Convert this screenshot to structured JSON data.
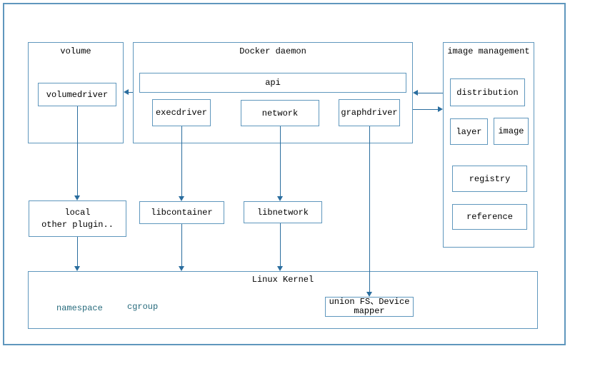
{
  "colors": {
    "box_border": "#5f97bd",
    "arrow": "#2a6d9e",
    "kernel_feature_text": "#266a7c",
    "label_text": "#000000",
    "background": "#ffffff"
  },
  "nodes": {
    "volume": {
      "label": "volume"
    },
    "volumedriver": {
      "label": "volumedriver"
    },
    "docker_daemon": {
      "label": "Docker daemon"
    },
    "api": {
      "label": "api"
    },
    "execdriver": {
      "label": "execdriver"
    },
    "network": {
      "label": "network"
    },
    "graphdriver": {
      "label": "graphdriver"
    },
    "image_management": {
      "label": "image management"
    },
    "distribution": {
      "label": "distribution"
    },
    "layer": {
      "label": "layer"
    },
    "image": {
      "label": "image"
    },
    "registry": {
      "label": "registry"
    },
    "reference": {
      "label": "reference"
    },
    "local_other_plugin": {
      "line1": "local",
      "line2": "other plugin.."
    },
    "libcontainer": {
      "label": "libcontainer"
    },
    "libnetwork": {
      "label": "libnetwork"
    },
    "linux_kernel": {
      "label": "Linux Kernel"
    },
    "namespace": {
      "label": "namespace"
    },
    "cgroup": {
      "label": "cgroup"
    },
    "union_fs_device_mapper": {
      "line1": "union FS、Device",
      "line2": "mapper"
    }
  }
}
